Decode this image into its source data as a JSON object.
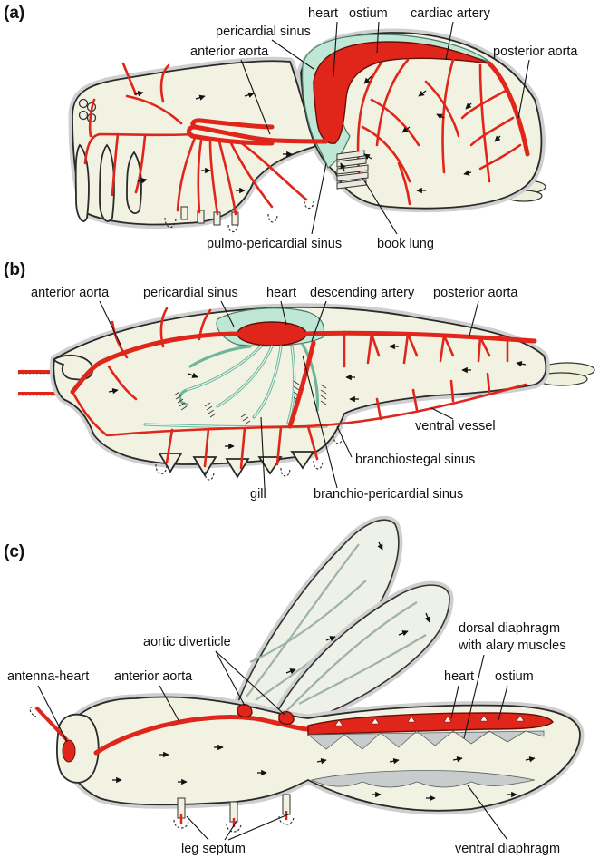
{
  "panels": [
    {
      "id": "a",
      "label": "(a)",
      "labels": {
        "heart": "heart",
        "ostium": "ostium",
        "cardiac_artery": "cardiac artery",
        "pericardial_sinus": "pericardial sinus",
        "anterior_aorta": "anterior aorta",
        "posterior_aorta": "posterior aorta",
        "pulmo_pericardial_sinus": "pulmo-pericardial sinus",
        "book_lung": "book lung"
      }
    },
    {
      "id": "b",
      "label": "(b)",
      "labels": {
        "anterior_aorta": "anterior aorta",
        "pericardial_sinus": "pericardial sinus",
        "heart": "heart",
        "descending_artery": "descending artery",
        "posterior_aorta": "posterior aorta",
        "ventral_vessel": "ventral vessel",
        "branchiostegal_sinus": "branchiostegal sinus",
        "gill": "gill",
        "branchio_pericardial_sinus": "branchio-pericardial sinus"
      }
    },
    {
      "id": "c",
      "label": "(c)",
      "labels": {
        "aortic_diverticle": "aortic diverticle",
        "dorsal_diaphragm_1": "dorsal diaphragm",
        "dorsal_diaphragm_2": "with alary muscles",
        "antenna_heart": "antenna-heart",
        "anterior_aorta": "anterior aorta",
        "heart": "heart",
        "ostium": "ostium",
        "leg_septum": "leg septum",
        "ventral_diaphragm": "ventral diaphragm"
      }
    }
  ],
  "colors": {
    "vessel": "#e0261a",
    "sinus": "#bfe7d6",
    "body": "#f2f2e2",
    "diaphragm": "#c9cccc"
  }
}
